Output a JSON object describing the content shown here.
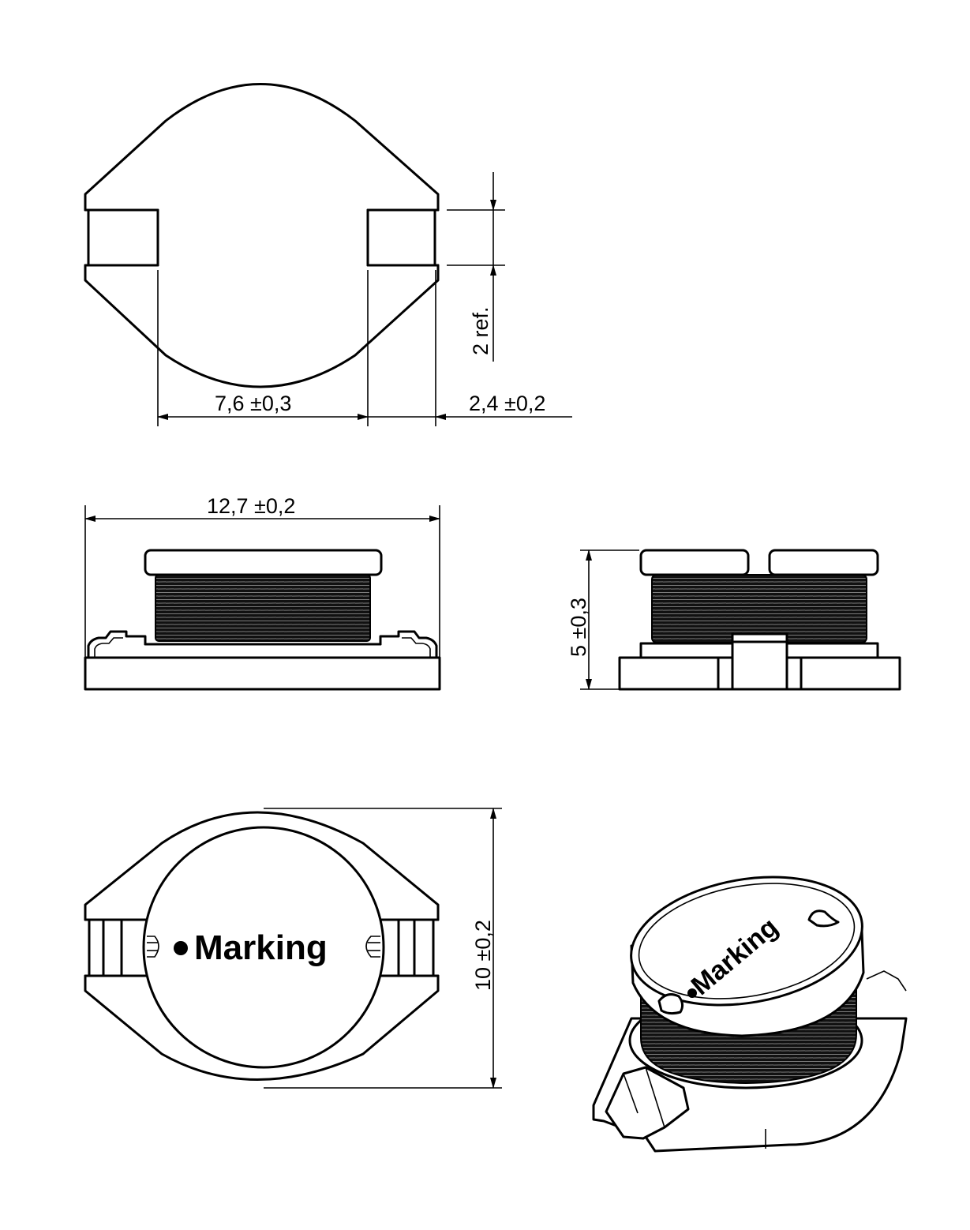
{
  "drawing": {
    "type": "SMD power inductor dimensional drawing",
    "units": "mm",
    "views": {
      "top_footprint": {
        "dimensions": {
          "pad_gap": "7,6 ±0,3",
          "pad_width": "2,4 ±0,2",
          "pad_height": "2 ref."
        }
      },
      "front": {
        "dimensions": {
          "length": "12,7 ±0,2"
        }
      },
      "side": {
        "dimensions": {
          "height": "5 ±0,3"
        }
      },
      "top_marking": {
        "marking_text": "Marking",
        "dimensions": {
          "width": "10 ±0,2"
        }
      },
      "isometric": {
        "marking_text": "Marking"
      }
    }
  }
}
